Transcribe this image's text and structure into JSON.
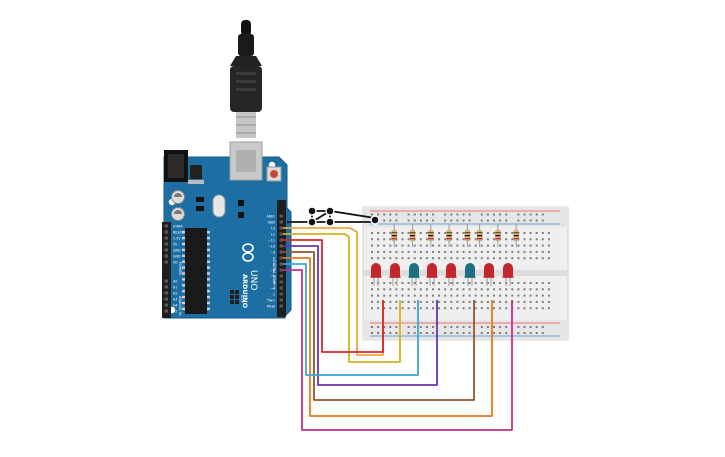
{
  "board": {
    "brand": "ARDUINO",
    "model": "UNO",
    "digital_pins": [
      "AREF",
      "GND",
      "13",
      "12",
      "~11",
      "~10",
      "~9",
      "8",
      "7",
      "~6",
      "~5",
      "4",
      "~3",
      "2",
      "TX▸1",
      "RX◂0"
    ],
    "header_label": "DIGITAL (PWM~)",
    "power_pins": [
      "IOREF",
      "RESET",
      "3.3V",
      "5V",
      "GND",
      "GND",
      "Vin"
    ],
    "power_label": "POWER",
    "analog_pins": [
      "A0",
      "A1",
      "A2",
      "A3",
      "A4",
      "A5"
    ],
    "analog_label": "ANALOG IN",
    "icsp_label": "ICSP"
  },
  "components": {
    "resistor_count": 8,
    "leds": [
      {
        "color": "#c1272d"
      },
      {
        "color": "#c1272d"
      },
      {
        "color": "#1e6e86"
      },
      {
        "color": "#c1272d"
      },
      {
        "color": "#c1272d"
      },
      {
        "color": "#1e6e86"
      },
      {
        "color": "#c1272d"
      },
      {
        "color": "#c1272d"
      }
    ]
  },
  "wires": [
    {
      "pin": "13",
      "color": "#e8a93a"
    },
    {
      "pin": "12",
      "color": "#d4b21c"
    },
    {
      "pin": "11",
      "color": "#d9252a"
    },
    {
      "pin": "10",
      "color": "#6b34a3"
    },
    {
      "pin": "9",
      "color": "#8b5a2b"
    },
    {
      "pin": "8",
      "color": "#e87a1c"
    },
    {
      "pin": "7",
      "color": "#37a8d6"
    },
    {
      "pin": "6",
      "color": "#c62d8e"
    }
  ],
  "colors": {
    "board": "#1d6ea3",
    "breadboard": "#efefef",
    "rail_red": "#e84b4b",
    "rail_blue": "#3d8bd3",
    "ground_wire": "#111111"
  }
}
